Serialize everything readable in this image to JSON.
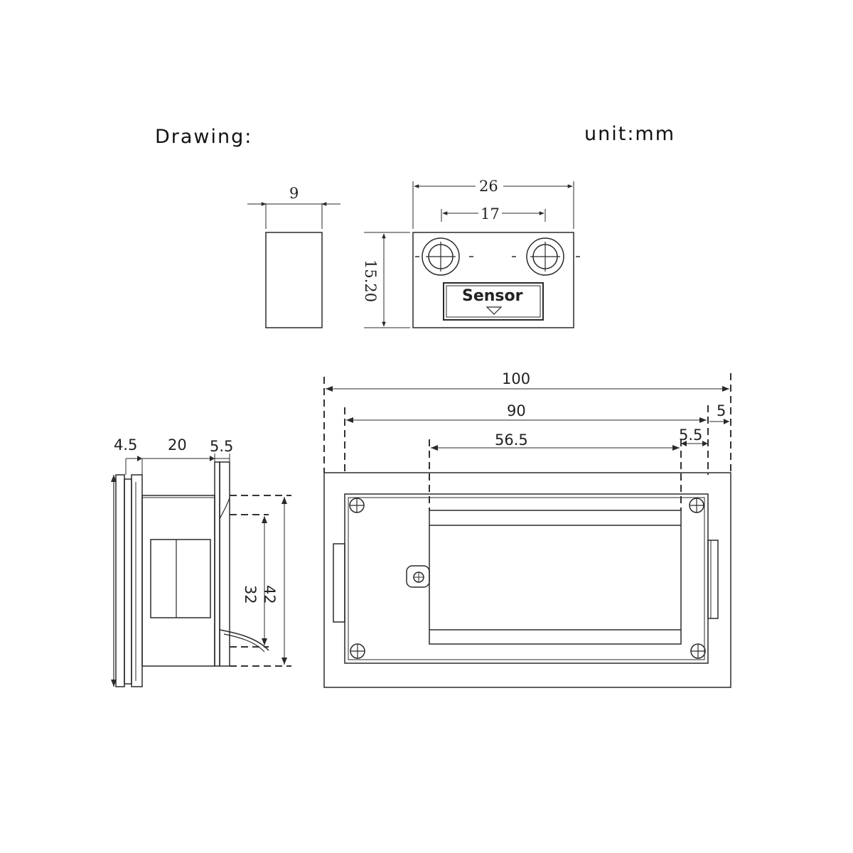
{
  "header": {
    "title": "Drawing:",
    "unit": "unit:mm"
  },
  "dimensions": {
    "sensor_side_width": "9",
    "sensor_front_width": "26",
    "sensor_hole_spacing": "17",
    "sensor_height": "15.20",
    "sensor_label": "Sensor",
    "meter_total_width": "100",
    "meter_body_width": "90",
    "meter_right_margin": "5",
    "meter_window_width": "56.5",
    "meter_window_offset": "5.5",
    "side_bezel_thickness": "4.5",
    "side_body_depth": "20",
    "side_rear_depth": "5.5",
    "side_inner_height": "32",
    "side_outer_height": "42"
  },
  "colors": {
    "line": "#2a2a2a",
    "dash": "#333333",
    "background": "#ffffff"
  }
}
